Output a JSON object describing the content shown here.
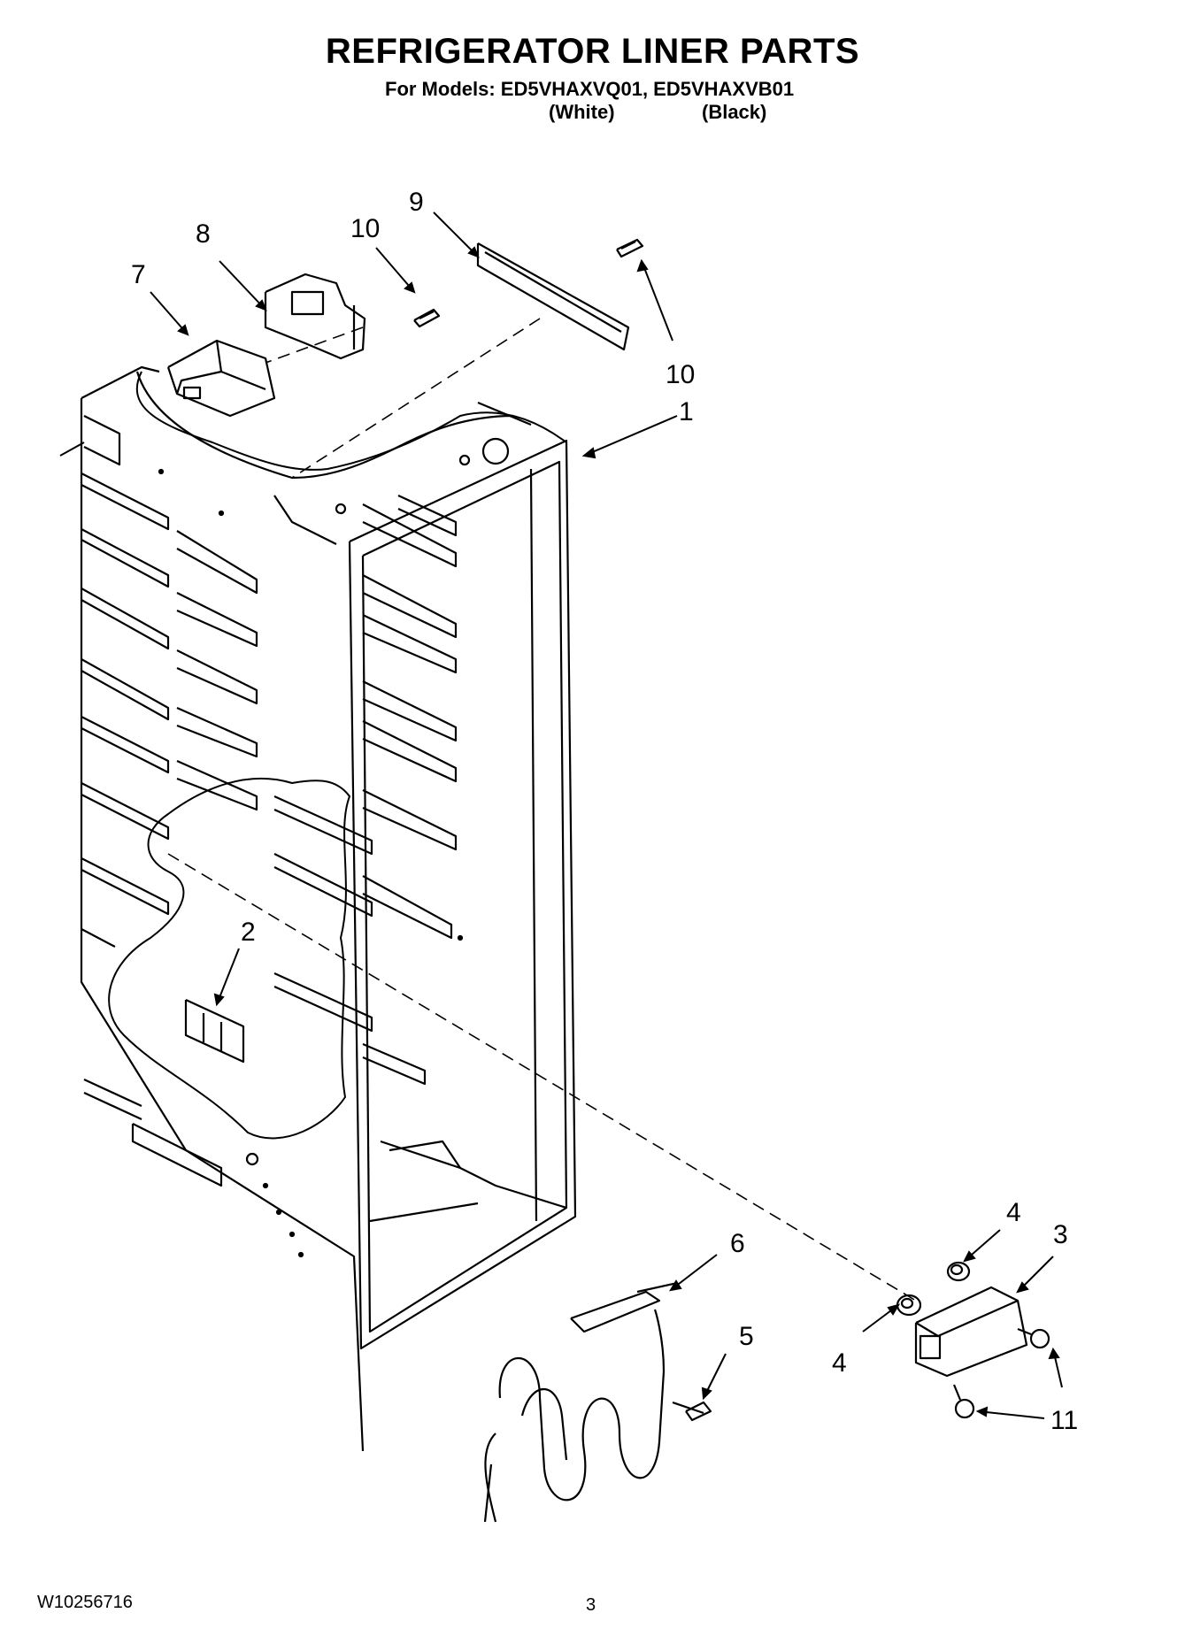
{
  "header": {
    "title": "REFRIGERATOR LINER PARTS",
    "models_line": "For Models: ED5VHAXVQ01, ED5VHAXVB01",
    "color_white": "(White)",
    "color_black": "(Black)"
  },
  "callouts": {
    "c1": "1",
    "c2": "2",
    "c3": "3",
    "c4a": "4",
    "c4b": "4",
    "c5": "5",
    "c6": "6",
    "c7": "7",
    "c8": "8",
    "c9": "9",
    "c10a": "10",
    "c10b": "10",
    "c11": "11"
  },
  "footer": {
    "doc_number": "W10256716",
    "page_number": "3"
  }
}
